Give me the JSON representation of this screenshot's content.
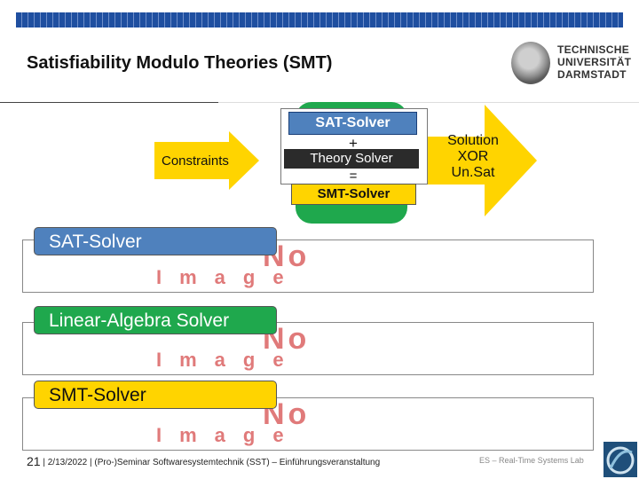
{
  "slide": {
    "title": "Satisfiability Modulo Theories (SMT)",
    "logo_lines": [
      "TECHNISCHE",
      "UNIVERSITÄT",
      "DARMSTADT"
    ],
    "constraints": "Constraints",
    "center": {
      "sat_solver": "SAT-Solver",
      "plus": "+",
      "theory_solver": "Theory Solver",
      "equals": "=",
      "smt_solver": "SMT-Solver"
    },
    "solution_lines": [
      "Solution",
      "XOR",
      "Un.Sat"
    ],
    "sections": [
      {
        "label": "SAT-Solver"
      },
      {
        "label": "Linear-Algebra Solver"
      },
      {
        "label": "SMT-Solver"
      }
    ],
    "no_image_lines": [
      "No",
      "Image"
    ],
    "footer": {
      "page": "21",
      "text": "| 2/13/2022 | (Pro-)Seminar Softwaresystemtechnik (SST) – Einführungsveranstaltung",
      "lab": "ES – Real-Time Systems Lab"
    }
  },
  "colors": {
    "blue": "#4f81bd",
    "green": "#1fa84d",
    "yellow": "#ffd400",
    "noimage": "#e07a7a"
  }
}
